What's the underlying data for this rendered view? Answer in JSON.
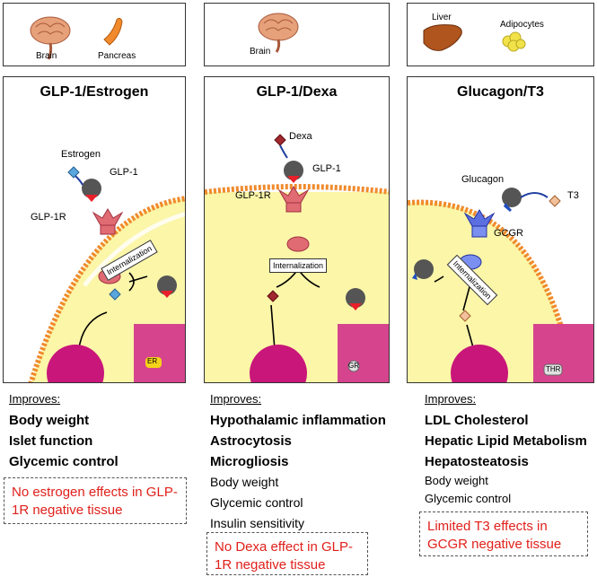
{
  "organs": {
    "panel1": {
      "brain": "Brain",
      "pancreas": "Pancreas"
    },
    "panel2": {
      "brain": "Brain"
    },
    "panel3": {
      "liver": "Liver",
      "adipocytes": "Adipocytes"
    }
  },
  "panels": [
    {
      "title": "GLP-1/Estrogen",
      "labels": {
        "ligand": "Estrogen",
        "glp1": "GLP-1",
        "receptor": "GLP-1R",
        "internalization": "Internalization",
        "nuclear": "ER"
      },
      "improves_label": "Improves:",
      "bold_items": [
        "Body weight",
        "Islet function",
        "Glycemic control"
      ],
      "normal_items": [],
      "note": "No estrogen effects in GLP-1R negative tissue"
    },
    {
      "title": "GLP-1/Dexa",
      "labels": {
        "ligand": "Dexa",
        "glp1": "GLP-1",
        "receptor": "GLP-1R",
        "internalization": "Internalization",
        "nuclear": "GR"
      },
      "improves_label": "Improves:",
      "bold_items": [
        "Hypothalamic inflammation",
        "Astrocytosis",
        "Microgliosis"
      ],
      "normal_items": [
        "Body weight",
        "Glycemic control",
        "Insulin sensitivity"
      ],
      "note": "No Dexa effect in GLP-1R negative tissue"
    },
    {
      "title": "Glucagon/T3",
      "labels": {
        "ligand": "T3",
        "glp1": "Glucagon",
        "receptor": "GCGR",
        "internalization": "Internalization",
        "nuclear": "THR"
      },
      "improves_label": "Improves:",
      "bold_items": [
        "LDL Cholesterol",
        "Hepatic Lipid Metabolism",
        "Hepatosteatosis"
      ],
      "normal_items": [
        "Body weight",
        "Glycemic control"
      ],
      "note": "Limited T3 effects in GCGR negative tissue"
    }
  ],
  "colors": {
    "cell": "#fbf6a8",
    "membrane": "#f08a2c",
    "receptor_glp1r": "#e06b73",
    "receptor_gcgr": "#5b6fe0",
    "peptide": "#555555",
    "estrogen": "#5aa7de",
    "dexa": "#a0282e",
    "t3": "#f2c09a",
    "nucleus": "#c9167a",
    "note_text": "#e0201b"
  }
}
